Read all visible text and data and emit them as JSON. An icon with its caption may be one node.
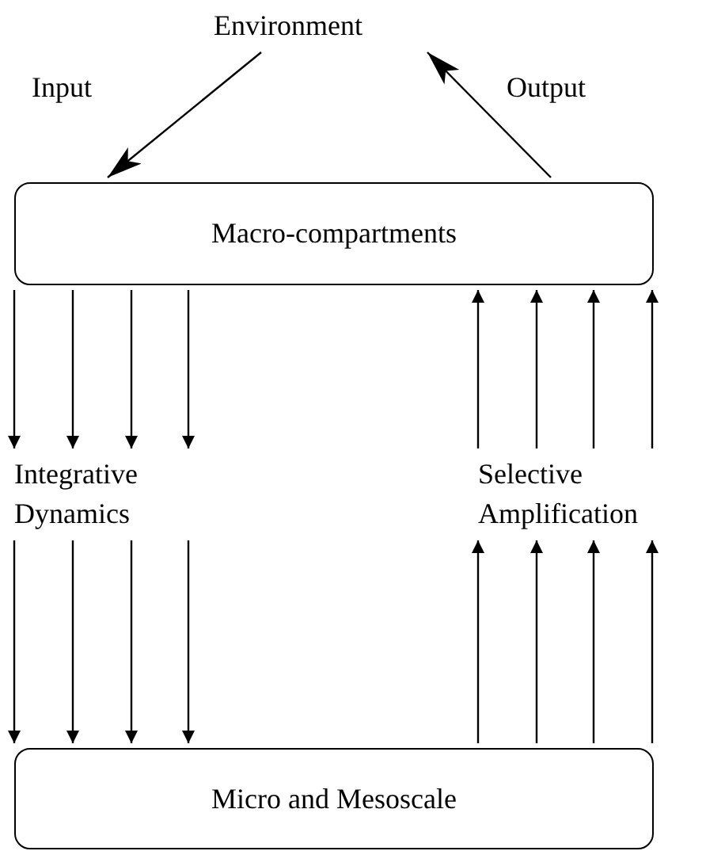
{
  "diagram": {
    "nodes": [
      {
        "text": [
          "Environment"
        ]
      },
      {
        "text": [
          "Macro-compartments"
        ]
      },
      {
        "text": [
          "Integrative Dynamics"
        ]
      },
      {
        "text": [
          "Selective Amplification"
        ]
      },
      {
        "text": [
          "Micro and Mesoscale"
        ]
      }
    ],
    "edges": [
      {
        "from": 0,
        "to": 1,
        "arrow": "to",
        "label": "Input"
      },
      {
        "from": 1,
        "to": 0,
        "arrow": "to",
        "label": "Output"
      },
      {
        "from": 1,
        "to": 2,
        "arrow": "to"
      },
      {
        "from": 1,
        "to": 2,
        "arrow": "to"
      },
      {
        "from": 1,
        "to": 2,
        "arrow": "to"
      },
      {
        "from": 1,
        "to": 2,
        "arrow": "to"
      },
      {
        "from": 2,
        "to": 4,
        "arrow": "to"
      },
      {
        "from": 2,
        "to": 4,
        "arrow": "to"
      },
      {
        "from": 2,
        "to": 4,
        "arrow": "to"
      },
      {
        "from": 2,
        "to": 4,
        "arrow": "to"
      },
      {
        "from": 4,
        "to": 3,
        "arrow": "to"
      },
      {
        "from": 4,
        "to": 3,
        "arrow": "to"
      },
      {
        "from": 4,
        "to": 3,
        "arrow": "to"
      },
      {
        "from": 4,
        "to": 3,
        "arrow": "to"
      },
      {
        "from": 3,
        "to": 1,
        "arrow": "to"
      },
      {
        "from": 3,
        "to": 1,
        "arrow": "to"
      },
      {
        "from": 3,
        "to": 1,
        "arrow": "to"
      },
      {
        "from": 3,
        "to": 1,
        "arrow": "to"
      }
    ]
  }
}
